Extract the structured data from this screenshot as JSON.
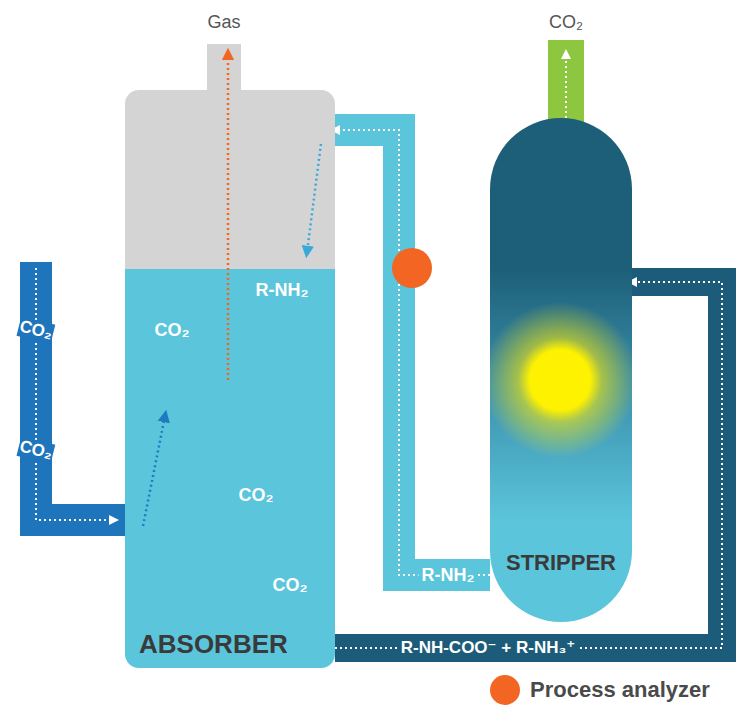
{
  "diagram": {
    "nodes": [
      {
        "text": [
          "ABSORBER"
        ]
      },
      {
        "text": [
          "STRIPPER"
        ]
      }
    ],
    "edges": [
      {
        "from": 1,
        "to": 0,
        "arrow": "to",
        "label": "R-NH₂"
      },
      {
        "from": 0,
        "to": 1,
        "arrow": "to",
        "label": "R-NH-COO⁻ + R-NH₃⁺"
      }
    ],
    "labels": [
      "Gas",
      "CO₂",
      "CO₂",
      "CO₂",
      "R-NH₂",
      "CO₂",
      "CO₂",
      "CO₂"
    ],
    "legend": [
      {
        "text": "Process analyzer",
        "color": "#f26522"
      }
    ]
  }
}
